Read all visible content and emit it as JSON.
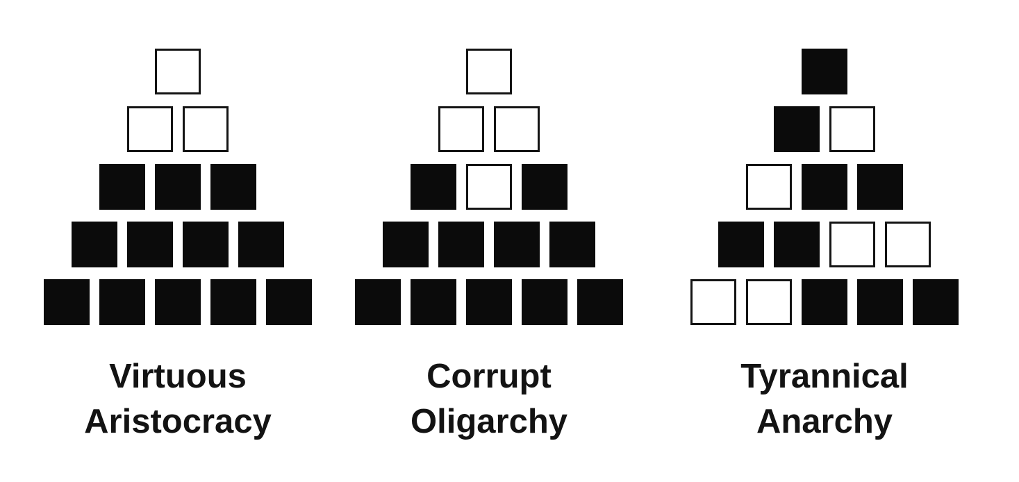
{
  "figure": {
    "colors": {
      "background": "#ffffff",
      "filled_square": "#0b0b0b",
      "outline_square_border": "#141414",
      "label_text": "#131313"
    },
    "pyramids": [
      {
        "id": "virtuous-aristocracy",
        "label_line1": "Virtuous",
        "label_line2": "Aristocracy",
        "rows": [
          [
            "outline"
          ],
          [
            "outline",
            "outline"
          ],
          [
            "filled",
            "filled",
            "filled"
          ],
          [
            "filled",
            "filled",
            "filled",
            "filled"
          ],
          [
            "filled",
            "filled",
            "filled",
            "filled",
            "filled"
          ]
        ]
      },
      {
        "id": "corrupt-oligarchy",
        "label_line1": "Corrupt",
        "label_line2": "Oligarchy",
        "rows": [
          [
            "outline"
          ],
          [
            "outline",
            "outline"
          ],
          [
            "filled",
            "outline",
            "filled"
          ],
          [
            "filled",
            "filled",
            "filled",
            "filled"
          ],
          [
            "filled",
            "filled",
            "filled",
            "filled",
            "filled"
          ]
        ]
      },
      {
        "id": "tyrannical-anarchy",
        "label_line1": "Tyrannical",
        "label_line2": "Anarchy",
        "rows": [
          [
            "filled"
          ],
          [
            "filled",
            "outline"
          ],
          [
            "outline",
            "filled",
            "filled"
          ],
          [
            "filled",
            "filled",
            "outline",
            "outline"
          ],
          [
            "outline",
            "outline",
            "filled",
            "filled",
            "filled"
          ]
        ]
      }
    ]
  }
}
